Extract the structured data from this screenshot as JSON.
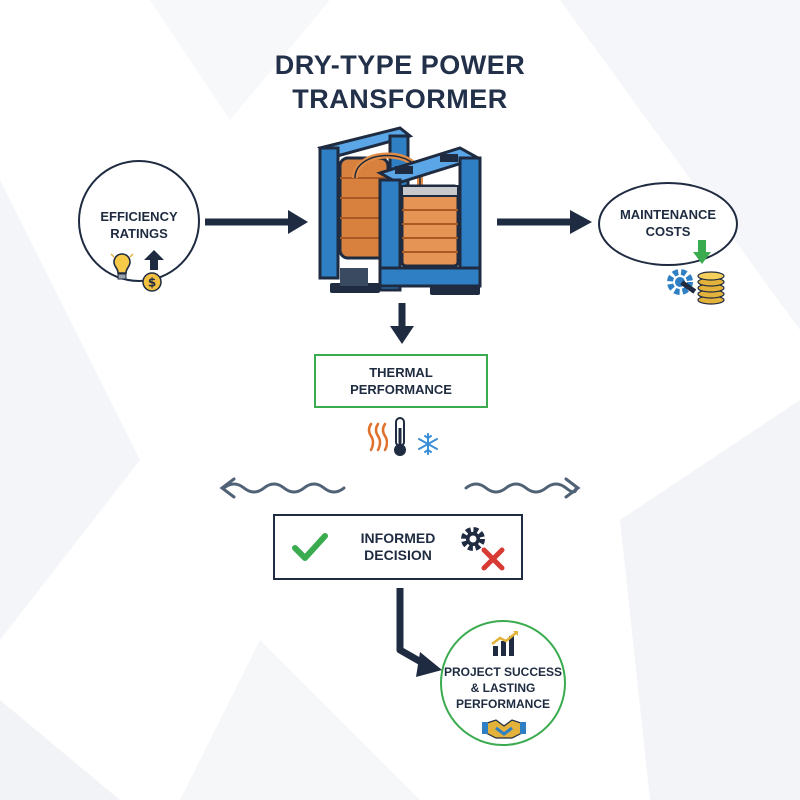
{
  "title": {
    "line1": "DRY-TYPE POWER",
    "line2": "TRANSFORMER"
  },
  "nodes": {
    "efficiency": {
      "line1": "EFFICIENCY",
      "line2": "RATINGS"
    },
    "maintenance": {
      "line1": "MAINTENANCE",
      "line2": "COSTS"
    },
    "thermal": {
      "line1": "THERMAL",
      "line2": "PERFORMANCE"
    },
    "decision": {
      "line1": "INFORMED",
      "line2": "DECISION"
    },
    "success": {
      "line1": "PROJECT SUCCESS",
      "line2": "& LASTING",
      "line3": "PERFORMANCE"
    }
  },
  "colors": {
    "navy": "#1e2b40",
    "green": "#3aab4e",
    "coil_orange": "#d8803e",
    "core_blue": "#2f7fc4",
    "red_x": "#d83a34",
    "gold": "#e3b23a"
  },
  "icons": [
    "lightbulb-icon",
    "up-arrow-icon",
    "dollar-coin-icon",
    "down-arrow-icon",
    "gear-wrench-icon",
    "coin-stack-icon",
    "heat-waves-icon",
    "thermometer-icon",
    "snowflake-icon",
    "checkmark-icon",
    "gear-icon",
    "x-mark-icon",
    "bar-chart-icon",
    "handshake-icon",
    "transformer-icon"
  ]
}
